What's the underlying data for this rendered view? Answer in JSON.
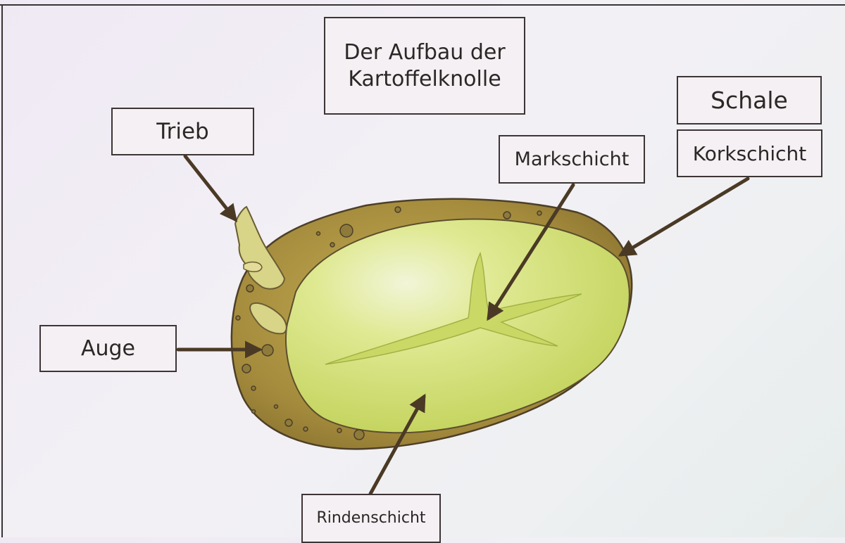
{
  "title": "Der Aufbau der\nKartoffelknolle",
  "labels": {
    "trieb": "Trieb",
    "schale": "Schale",
    "korkschicht": "Korkschicht",
    "markschicht": "Markschicht",
    "auge": "Auge",
    "rindenschicht": "Rindenschicht"
  },
  "colors": {
    "arrow": "#4a3a25",
    "skin": "#a08a3a",
    "flesh": "#d6e27a",
    "pith": "#b7ca56",
    "outline": "#4d3f28"
  }
}
